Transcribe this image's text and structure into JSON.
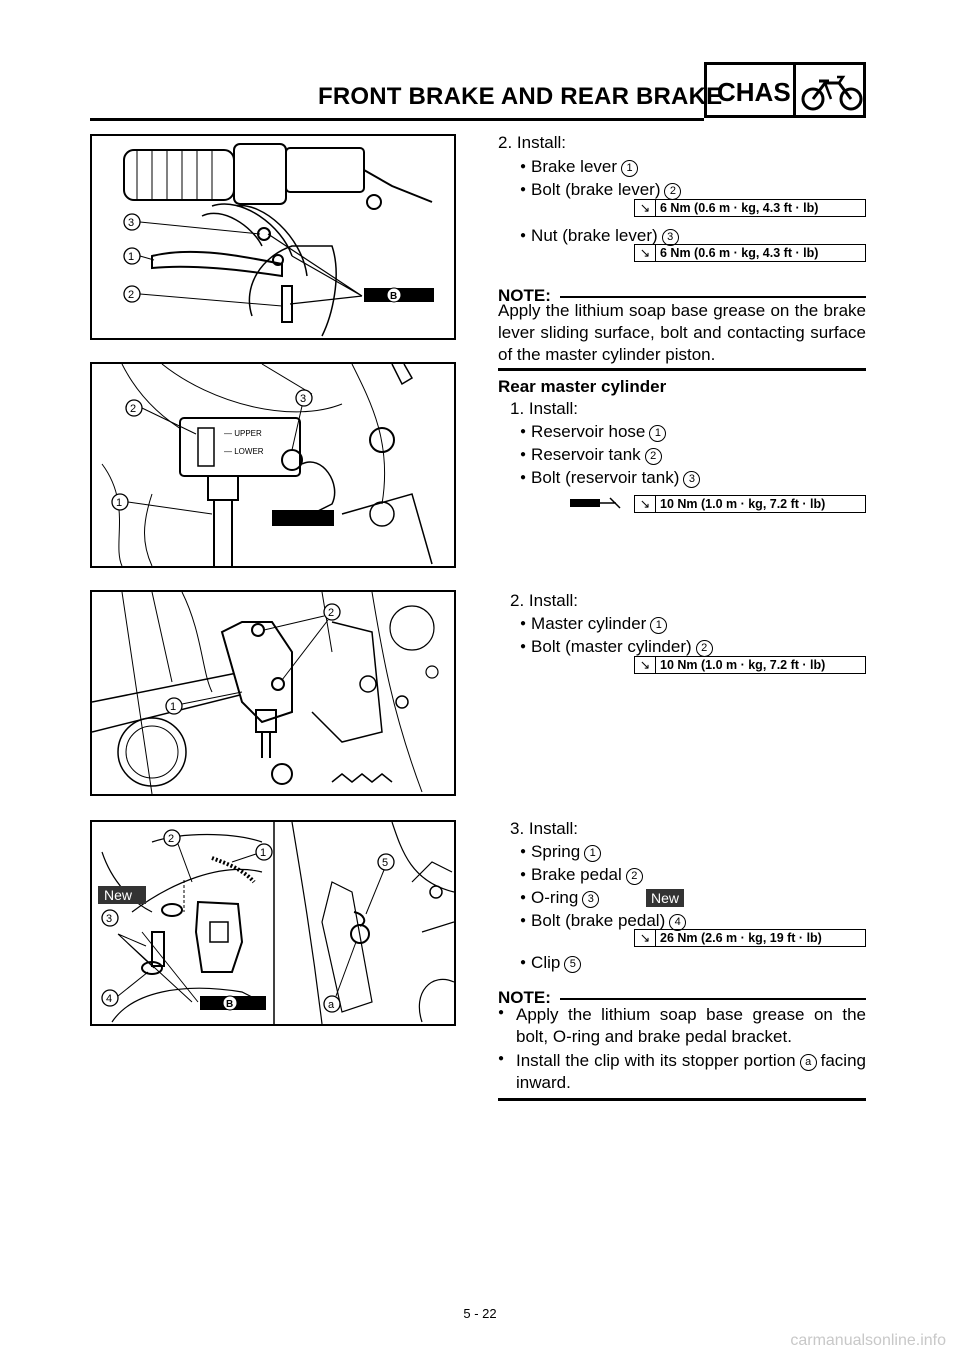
{
  "header": {
    "section_title": "FRONT BRAKE AND REAR BRAKE",
    "chas_label": "CHAS",
    "chas_icon": "motorcycle-icon"
  },
  "figures": {
    "fig1": {
      "callouts": [
        "3",
        "1",
        "2"
      ],
      "grease_mark": "B"
    },
    "fig2": {
      "label_upper": "UPPER",
      "label_lower": "LOWER",
      "callouts": [
        "2",
        "3",
        "1"
      ]
    },
    "fig3": {
      "callouts": [
        "2",
        "1"
      ]
    },
    "fig4": {
      "new_label": "New",
      "callouts": [
        "2",
        "1",
        "3",
        "4",
        "5",
        "a"
      ],
      "grease_mark": "B"
    }
  },
  "step1": {
    "heading": "2. Install:",
    "items": [
      {
        "text": "Brake lever",
        "num": "1"
      },
      {
        "text": "Bolt (brake lever)",
        "num": "2"
      },
      {
        "text": "Nut (brake lever)",
        "num": "3"
      }
    ],
    "torque1": "6 Nm (0.6 m · kg, 4.3 ft · lb)",
    "torque2": "6 Nm (0.6 m · kg, 4.3 ft · lb)",
    "note_label": "NOTE:",
    "note_text": "Apply the lithium soap base grease on the brake lever sliding surface, bolt and contacting surface of the master cylinder piston."
  },
  "rear": {
    "heading": "Rear master cylinder",
    "step_heading": "1. Install:",
    "items": [
      {
        "text": "Reservoir hose",
        "num": "1"
      },
      {
        "text": "Reservoir tank",
        "num": "2"
      },
      {
        "text": "Bolt (reservoir tank)",
        "num": "3"
      }
    ],
    "torque": "10 Nm (1.0 m · kg, 7.2 ft · lb)"
  },
  "step2": {
    "heading": "2. Install:",
    "items": [
      {
        "text": "Master cylinder",
        "num": "1"
      },
      {
        "text": "Bolt (master cylinder)",
        "num": "2"
      }
    ],
    "torque": "10 Nm (1.0 m · kg, 7.2 ft · lb)"
  },
  "step3": {
    "heading": "3. Install:",
    "items": [
      {
        "text": "Spring",
        "num": "1"
      },
      {
        "text": "Brake pedal",
        "num": "2"
      },
      {
        "text": "O-ring",
        "num": "3"
      },
      {
        "text": "Bolt (brake pedal)",
        "num": "4"
      },
      {
        "text": "Clip",
        "num": "5"
      }
    ],
    "new_label": "New",
    "torque": "26 Nm (2.6 m · kg, 19 ft · lb)",
    "note_label": "NOTE:",
    "note_items": [
      "Apply the lithium soap base grease on the bolt, O-ring and brake pedal bracket.",
      "Install the clip with its stopper portion"
    ],
    "note_callout": "a",
    "note_tail": "facing inward."
  },
  "footer": {
    "page": "5 - 22",
    "watermark": "carmanualsonline.info"
  }
}
